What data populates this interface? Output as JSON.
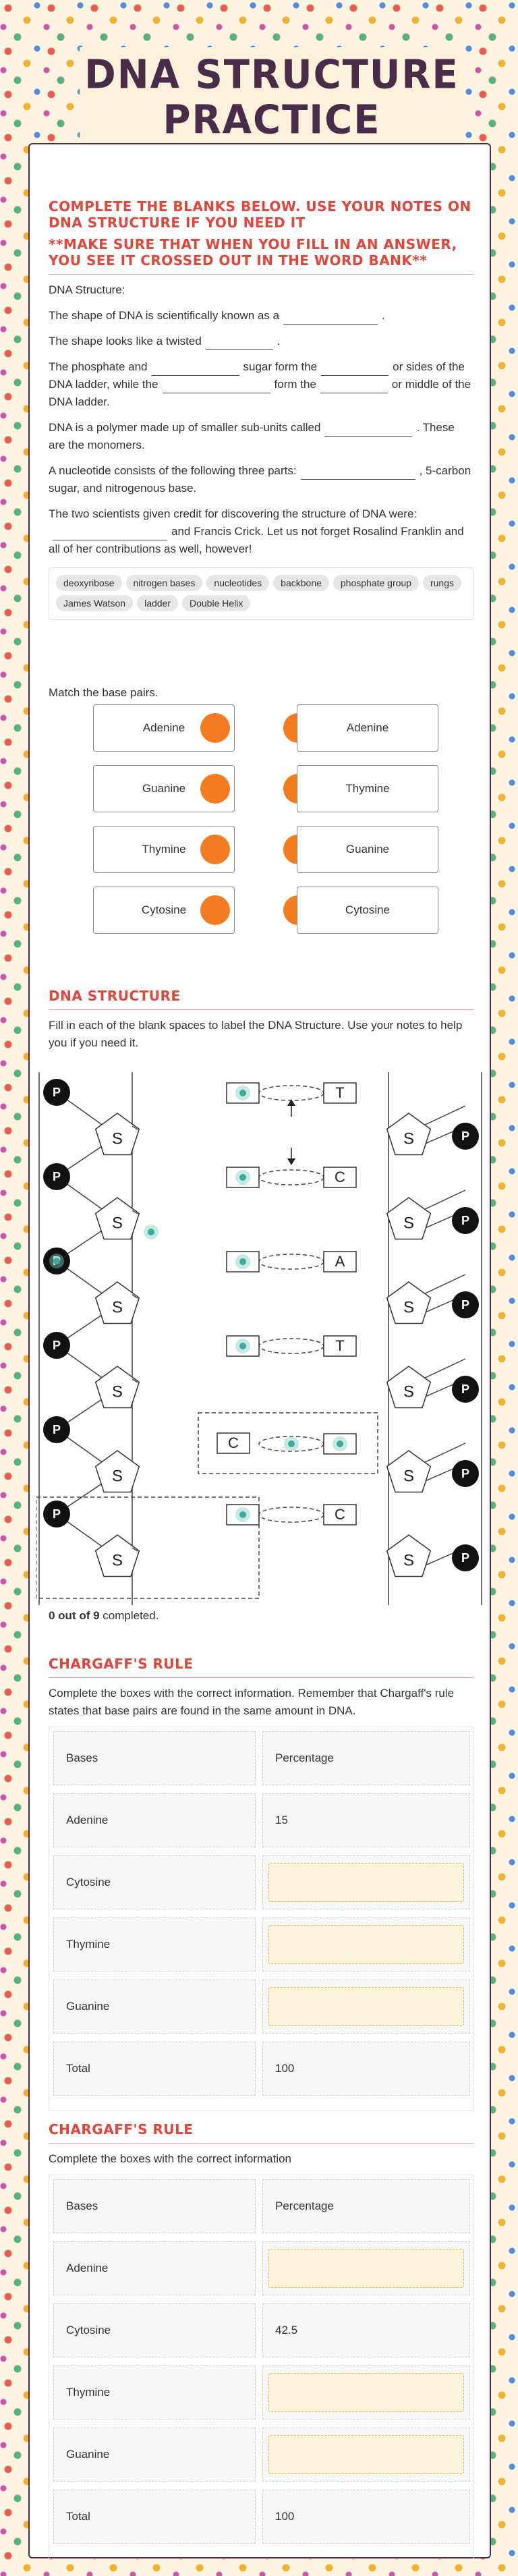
{
  "title": "DNA STRUCTURE PRACTICE",
  "section1": {
    "heading1": "Complete the blanks below.  Use your notes on DNA structure if you need it",
    "heading2": "**Make sure that when you fill in an answer, you see it crossed out in the word bank**",
    "intro": "DNA Structure:",
    "q1_before": "The shape of DNA is scientifically known as a",
    "q1_after": ".",
    "q2_before": "The shape looks like a twisted",
    "q2_after": ".",
    "q3_a": "The phosphate and",
    "q3_b": "sugar form the",
    "q3_c": "or sides of the DNA ladder, while the",
    "q3_d": "form the",
    "q3_e": "or middle of the DNA ladder.",
    "q4_before": "DNA is a polymer made up of smaller sub-units called",
    "q4_after": ". These are the monomers.",
    "q5_before": "A nucleotide consists of the following three parts:",
    "q5_after": ", 5-carbon sugar, and nitrogenous base.",
    "q6_a": "The two scientists given credit for discovering the structure of DNA were:",
    "q6_b": "and Francis Crick. Let us not forget Rosalind Franklin and all of her contributions as well, however!",
    "word_bank": [
      "deoxyribose",
      "nitrogen bases",
      "nucleotides",
      "backbone",
      "phosphate group",
      "rungs",
      "James Watson",
      "ladder",
      "Double Helix"
    ]
  },
  "match": {
    "instruction": "Match the base pairs.",
    "left": [
      "Adenine",
      "Guanine",
      "Thymine",
      "Cytosine"
    ],
    "right": [
      "Adenine",
      "Thymine",
      "Guanine",
      "Cytosine"
    ],
    "dot_color": "#f47c20"
  },
  "diagram": {
    "heading": "DNA Structure",
    "instruction": "Fill in each of the blank spaces to label the DNA Structure. Use your notes to help you if you need it.",
    "phosphate_label": "P",
    "sugar_label": "S",
    "right_bases": [
      "T",
      "C",
      "A",
      "T",
      "C"
    ],
    "left_base_boxed": "C",
    "score_strong": "0 out of 9",
    "score_rest": " completed."
  },
  "chargaff1": {
    "heading": "Chargaff's Rule",
    "instruction": "Complete the boxes with the correct information. Remember that Chargaff's rule states that base pairs are found in the same amount in DNA.",
    "header_col1": "Bases",
    "header_col2": "Percentage",
    "rows": [
      {
        "base": "Adenine",
        "value": "15"
      },
      {
        "base": "Cytosine",
        "value": ""
      },
      {
        "base": "Thymine",
        "value": ""
      },
      {
        "base": "Guanine",
        "value": ""
      },
      {
        "base": "Total",
        "value": "100"
      }
    ]
  },
  "chargaff2": {
    "heading": "Chargaff's Rule",
    "instruction": "Complete the boxes with the correct information",
    "header_col1": "Bases",
    "header_col2": "Percentage",
    "rows": [
      {
        "base": "Adenine",
        "value": ""
      },
      {
        "base": "Cytosine",
        "value": "42.5"
      },
      {
        "base": "Thymine",
        "value": ""
      },
      {
        "base": "Guanine",
        "value": ""
      },
      {
        "base": "Total",
        "value": "100"
      }
    ]
  },
  "colors": {
    "accent": "#e0463a",
    "title": "#4a2b49",
    "blank_fill": "#fdf4dc",
    "blank_border": "#e8b33a"
  }
}
